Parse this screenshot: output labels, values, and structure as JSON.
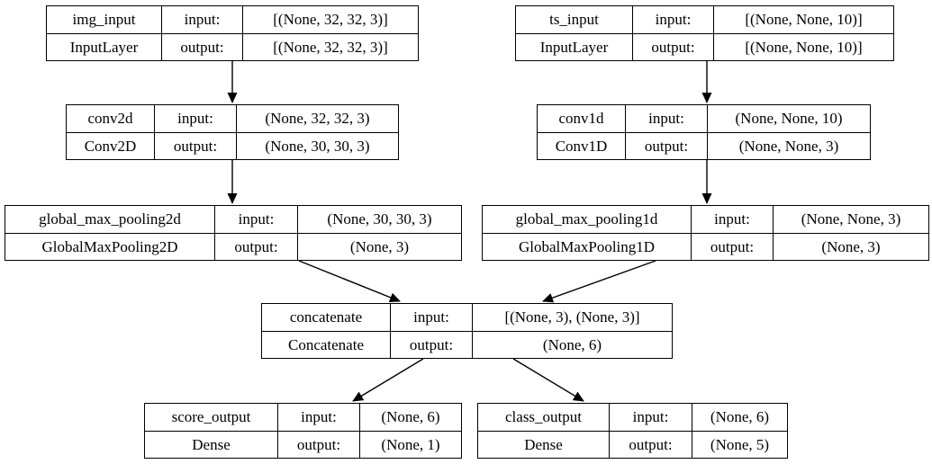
{
  "diagram": {
    "type": "keras-model-graph",
    "background_color": "#ffffff",
    "line_color": "#000000",
    "nodes": [
      {
        "id": "img_input",
        "name": "img_input",
        "class_name": "InputLayer",
        "input_label": "input:",
        "output_label": "output:",
        "input_shape": "[(None, 32, 32, 3)]",
        "output_shape": "[(None, 32, 32, 3)]"
      },
      {
        "id": "ts_input",
        "name": "ts_input",
        "class_name": "InputLayer",
        "input_label": "input:",
        "output_label": "output:",
        "input_shape": "[(None, None, 10)]",
        "output_shape": "[(None, None, 10)]"
      },
      {
        "id": "conv2d",
        "name": "conv2d",
        "class_name": "Conv2D",
        "input_label": "input:",
        "output_label": "output:",
        "input_shape": "(None, 32, 32, 3)",
        "output_shape": "(None, 30, 30, 3)"
      },
      {
        "id": "conv1d",
        "name": "conv1d",
        "class_name": "Conv1D",
        "input_label": "input:",
        "output_label": "output:",
        "input_shape": "(None, None, 10)",
        "output_shape": "(None, None, 3)"
      },
      {
        "id": "global_max_pooling2d",
        "name": "global_max_pooling2d",
        "class_name": "GlobalMaxPooling2D",
        "input_label": "input:",
        "output_label": "output:",
        "input_shape": "(None, 30, 30, 3)",
        "output_shape": "(None, 3)"
      },
      {
        "id": "global_max_pooling1d",
        "name": "global_max_pooling1d",
        "class_name": "GlobalMaxPooling1D",
        "input_label": "input:",
        "output_label": "output:",
        "input_shape": "(None, None, 3)",
        "output_shape": "(None, 3)"
      },
      {
        "id": "concatenate",
        "name": "concatenate",
        "class_name": "Concatenate",
        "input_label": "input:",
        "output_label": "output:",
        "input_shape": "[(None, 3), (None, 3)]",
        "output_shape": "(None, 6)"
      },
      {
        "id": "score_output",
        "name": "score_output",
        "class_name": "Dense",
        "input_label": "input:",
        "output_label": "output:",
        "input_shape": "(None, 6)",
        "output_shape": "(None, 1)"
      },
      {
        "id": "class_output",
        "name": "class_output",
        "class_name": "Dense",
        "input_label": "input:",
        "output_label": "output:",
        "input_shape": "(None, 6)",
        "output_shape": "(None, 5)"
      }
    ],
    "edges": [
      {
        "from": "img_input",
        "to": "conv2d"
      },
      {
        "from": "ts_input",
        "to": "conv1d"
      },
      {
        "from": "conv2d",
        "to": "global_max_pooling2d"
      },
      {
        "from": "conv1d",
        "to": "global_max_pooling1d"
      },
      {
        "from": "global_max_pooling2d",
        "to": "concatenate"
      },
      {
        "from": "global_max_pooling1d",
        "to": "concatenate"
      },
      {
        "from": "concatenate",
        "to": "score_output"
      },
      {
        "from": "concatenate",
        "to": "class_output"
      }
    ]
  }
}
